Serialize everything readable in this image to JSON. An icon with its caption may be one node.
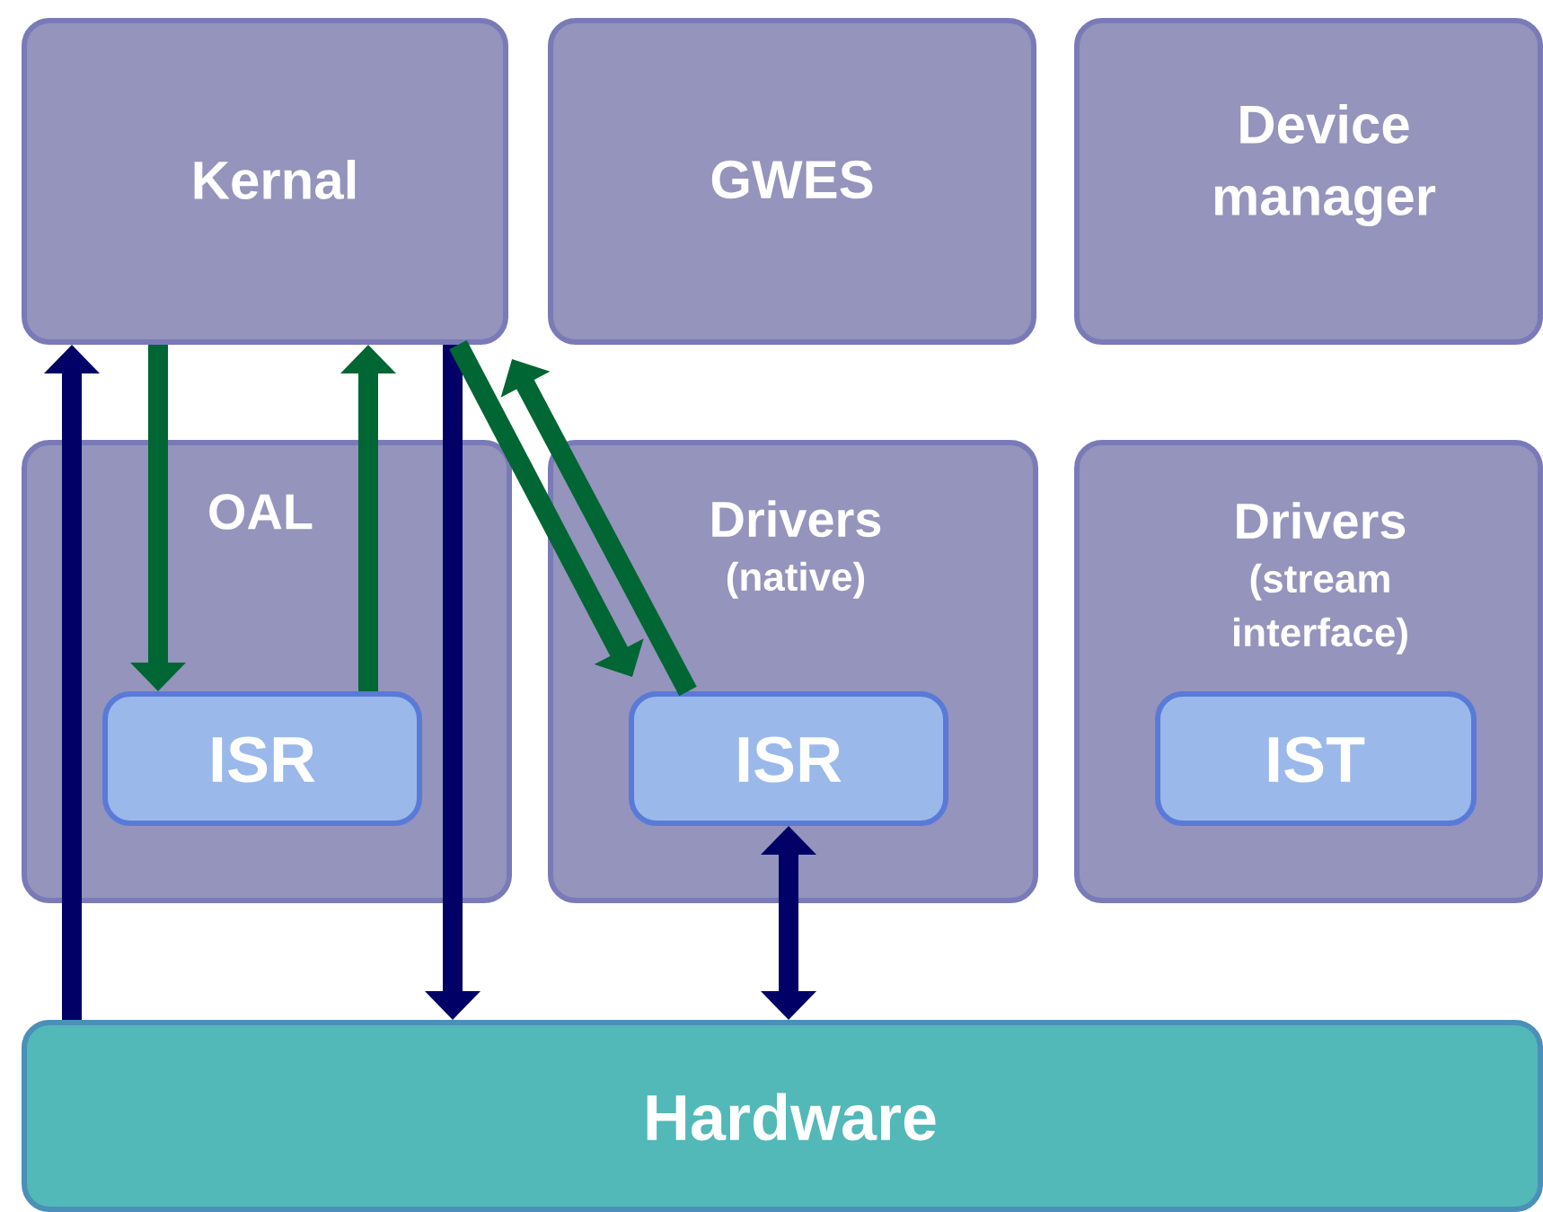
{
  "diagram": {
    "nodes": [
      {
        "text": [
          "Kernal"
        ]
      },
      {
        "text": [
          "GWES"
        ]
      },
      {
        "text": [
          "Device manager"
        ]
      },
      {
        "text": [
          "OAL"
        ]
      },
      {
        "text": [
          "ISR"
        ],
        "in": 3
      },
      {
        "text": [
          "Drivers",
          "(native)"
        ]
      },
      {
        "text": [
          "ISR"
        ],
        "in": 5
      },
      {
        "text": [
          "Drivers",
          "(stream interface)"
        ]
      },
      {
        "text": [
          "IST"
        ],
        "in": 7
      },
      {
        "text": [
          "Hardware"
        ]
      }
    ],
    "edges": [
      {
        "from": 9,
        "to": 0,
        "arrow": "to",
        "color": "#000066"
      },
      {
        "from": 0,
        "to": 4,
        "arrow": "to"
      },
      {
        "from": 4,
        "to": 0,
        "arrow": "to"
      },
      {
        "from": 0,
        "to": 9,
        "arrow": "to",
        "color": "#000066"
      },
      {
        "from": 0,
        "to": 6,
        "arrow": "to"
      },
      {
        "from": 6,
        "to": 0,
        "arrow": "to"
      },
      {
        "from": 6,
        "to": 9,
        "arrow": "both",
        "color": "#000066"
      }
    ]
  }
}
